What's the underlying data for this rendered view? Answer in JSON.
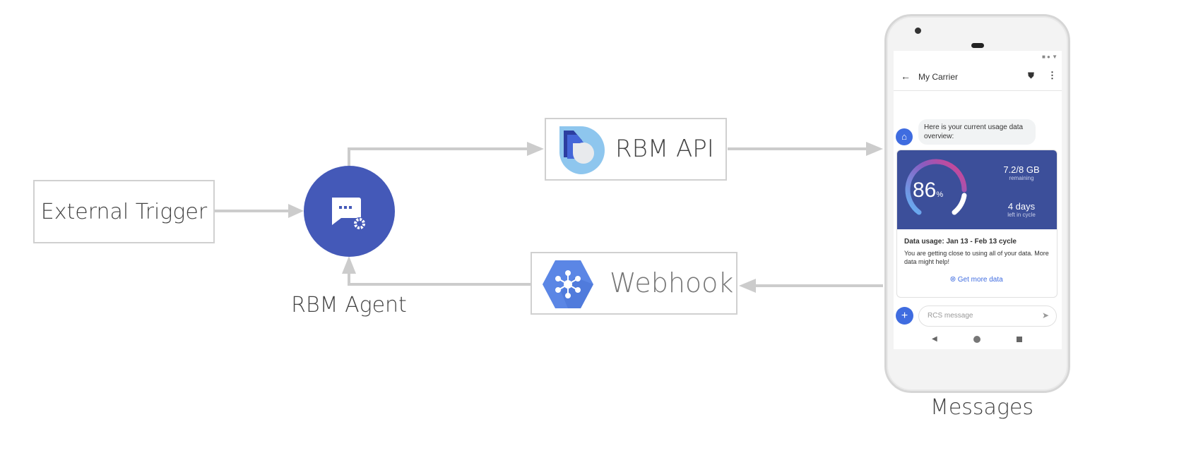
{
  "nodes": {
    "external_trigger": "External Trigger",
    "rbm_agent": "RBM Agent",
    "rbm_api": "RBM API",
    "webhook": "Webhook",
    "messages": "Messages"
  },
  "colors": {
    "agent": "#4459b8",
    "arrow": "#cccccc",
    "card": "#3c4f9a",
    "accent": "#3f6ce0"
  },
  "phone": {
    "title": "My Carrier",
    "bubble": "Here is your current usage data overview:",
    "percent": "86",
    "percent_unit": "%",
    "usage_fraction": 0.86,
    "remaining_value": "7.2/8 GB",
    "remaining_label": "remaining",
    "days_value": "4 days",
    "days_label": "left in cycle",
    "card_title": "Data usage: Jan 13 - Feb 13 cycle",
    "card_text": "You are getting close to using all of your data. More data might help!",
    "action": "Get more data",
    "input_placeholder": "RCS message"
  }
}
